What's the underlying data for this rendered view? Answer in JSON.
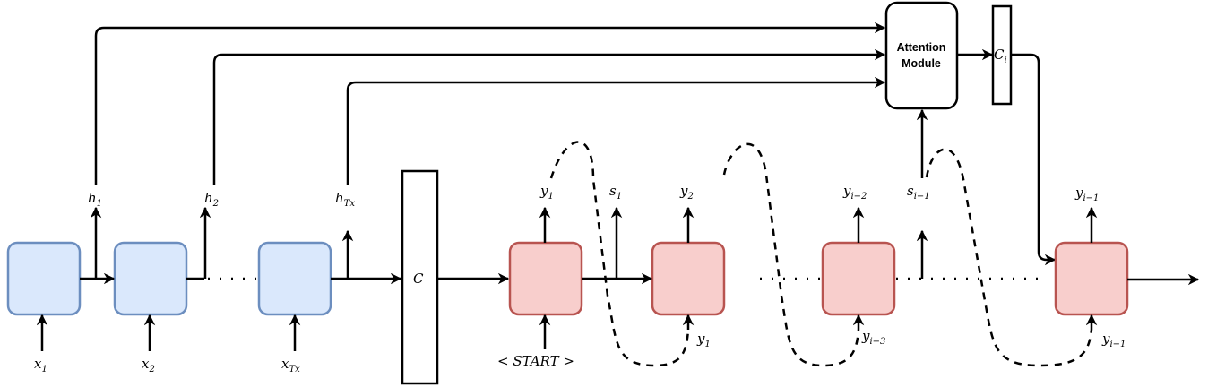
{
  "encoder": {
    "inputs": [
      {
        "base": "x",
        "sub": "1"
      },
      {
        "base": "x",
        "sub": "2"
      },
      {
        "base": "x",
        "sub": "Tx"
      }
    ],
    "hidden": [
      {
        "base": "h",
        "sub": "1"
      },
      {
        "base": "h",
        "sub": "2"
      },
      {
        "base": "h",
        "sub": "Tx"
      }
    ]
  },
  "context": {
    "label": "C"
  },
  "attention": {
    "line1": "Attention",
    "line2": "Module"
  },
  "context_i": {
    "base": "C",
    "sub": "i"
  },
  "decoder": {
    "start_label": "< START >",
    "outputs": [
      {
        "base": "y",
        "sub": "1"
      },
      {
        "base": "y",
        "sub": "2"
      },
      {
        "base": "y",
        "sub": "i−2"
      },
      {
        "base": "y",
        "sub": "i−1"
      }
    ],
    "states": [
      {
        "base": "s",
        "sub": "1"
      },
      {
        "base": "s",
        "sub": "i−1"
      }
    ],
    "feedback_inputs": [
      {
        "base": "y",
        "sub": "1"
      },
      {
        "base": "y",
        "sub": "i−3"
      },
      {
        "base": "y",
        "sub": "i−1"
      }
    ]
  }
}
